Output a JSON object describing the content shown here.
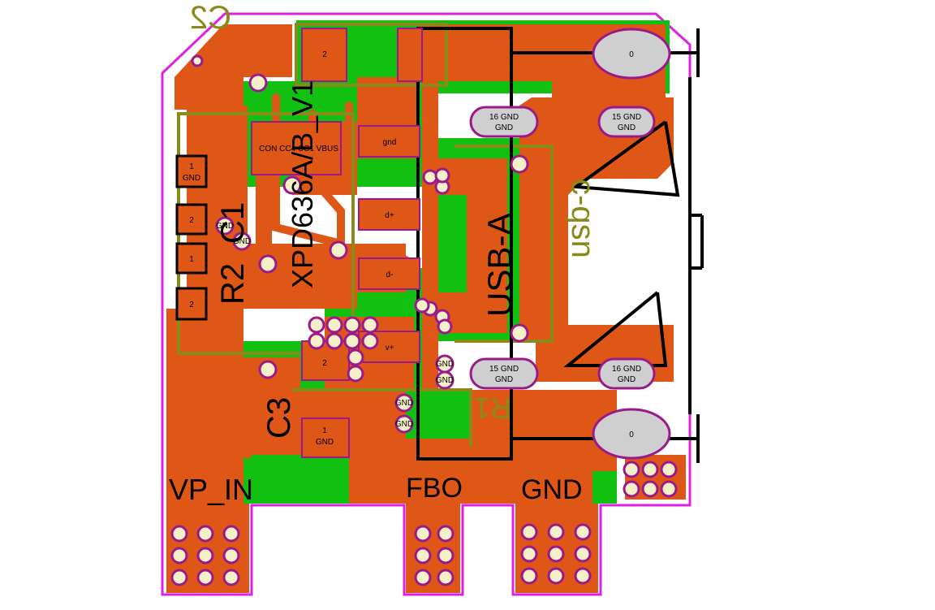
{
  "board": {
    "colors": {
      "background": "#ffffff",
      "outline": "#e020e0",
      "copper": "#df5716",
      "copper_dark": "#c04a10",
      "ground_fill": "#12c012",
      "silkscreen": "#000000",
      "courtyard": "#8a8a1a",
      "via_fill": "#f5f0c8",
      "via_ring": "#9a1a8a"
    },
    "net_labels": {
      "vp_in": "VP_IN",
      "fbo": "FBO",
      "gnd": "GND"
    },
    "designators": {
      "c2": "C2",
      "c1": "C1",
      "r2": "R2",
      "c3": "C3",
      "r1": "R1",
      "ic": "XPD636A/B_V1",
      "usb": "USB-A",
      "usb_mirror": "c-qsn"
    },
    "ic_pads": {
      "gnd": "gnd",
      "dplus": "d+",
      "dminus": "d-",
      "vplus": "v+",
      "pin_labels": "CON CC4 CC1 VBUS"
    },
    "small_pads": {
      "p1_gnd": "1",
      "gnd": "GND",
      "p2": "2"
    },
    "usb_pads": {
      "mount": "0",
      "pin16": "16 GND",
      "pin15": "15 GND",
      "gnd": "GND"
    }
  }
}
